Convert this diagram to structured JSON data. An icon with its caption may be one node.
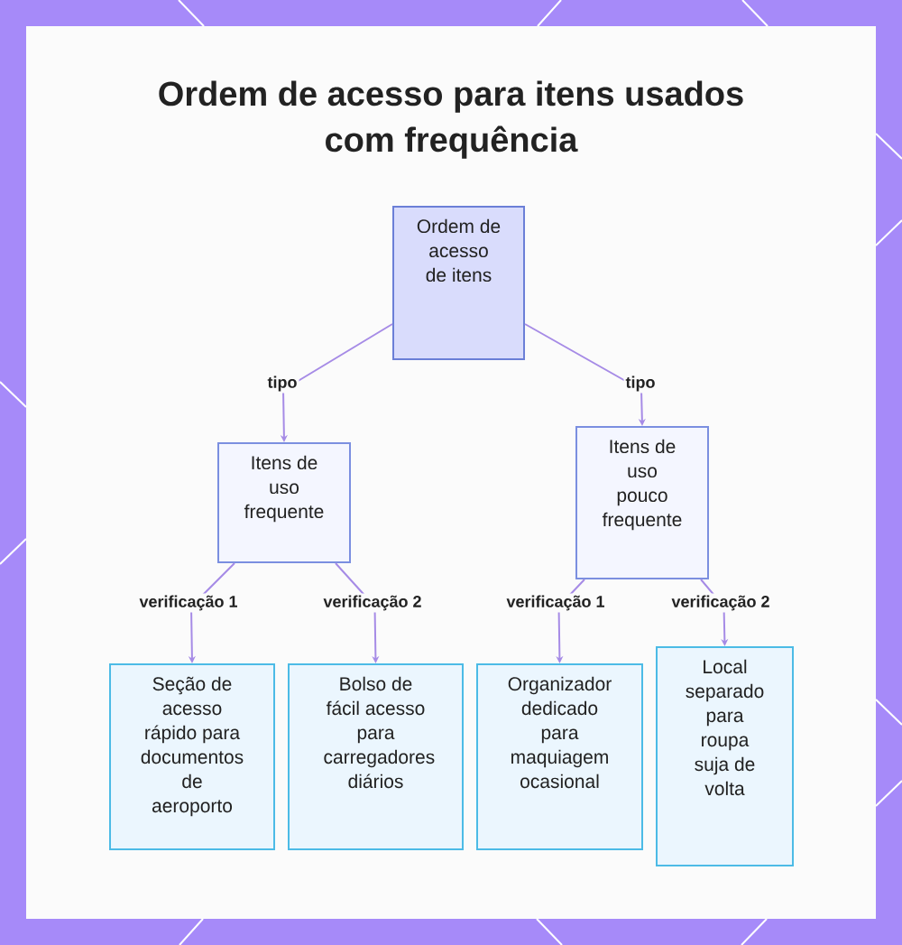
{
  "diagram": {
    "title": "Ordem de acesso para itens usados com frequência",
    "nodes": [
      {
        "text": [
          "Ordem de acesso de itens"
        ]
      },
      {
        "text": [
          "Itens de uso frequente"
        ]
      },
      {
        "text": [
          "Itens de uso pouco frequente"
        ]
      },
      {
        "text": [
          "Seção de acesso rápido para documentos de aeroporto"
        ]
      },
      {
        "text": [
          "Bolso de fácil acesso para carregadores diários"
        ]
      },
      {
        "text": [
          "Organizador dedicado para maquiagem ocasional"
        ]
      },
      {
        "text": [
          "Local separado para roupa suja de volta"
        ]
      }
    ],
    "edges": [
      {
        "from": 0,
        "to": 1,
        "arrow": "to",
        "label": "tipo"
      },
      {
        "from": 0,
        "to": 2,
        "arrow": "to",
        "label": "tipo"
      },
      {
        "from": 1,
        "to": 3,
        "arrow": "to",
        "label": "verificação 1"
      },
      {
        "from": 1,
        "to": 4,
        "arrow": "to",
        "label": "verificação 2"
      },
      {
        "from": 2,
        "to": 5,
        "arrow": "to",
        "label": "verificação 1"
      },
      {
        "from": 2,
        "to": 6,
        "arrow": "to",
        "label": "verificação 2"
      }
    ]
  }
}
